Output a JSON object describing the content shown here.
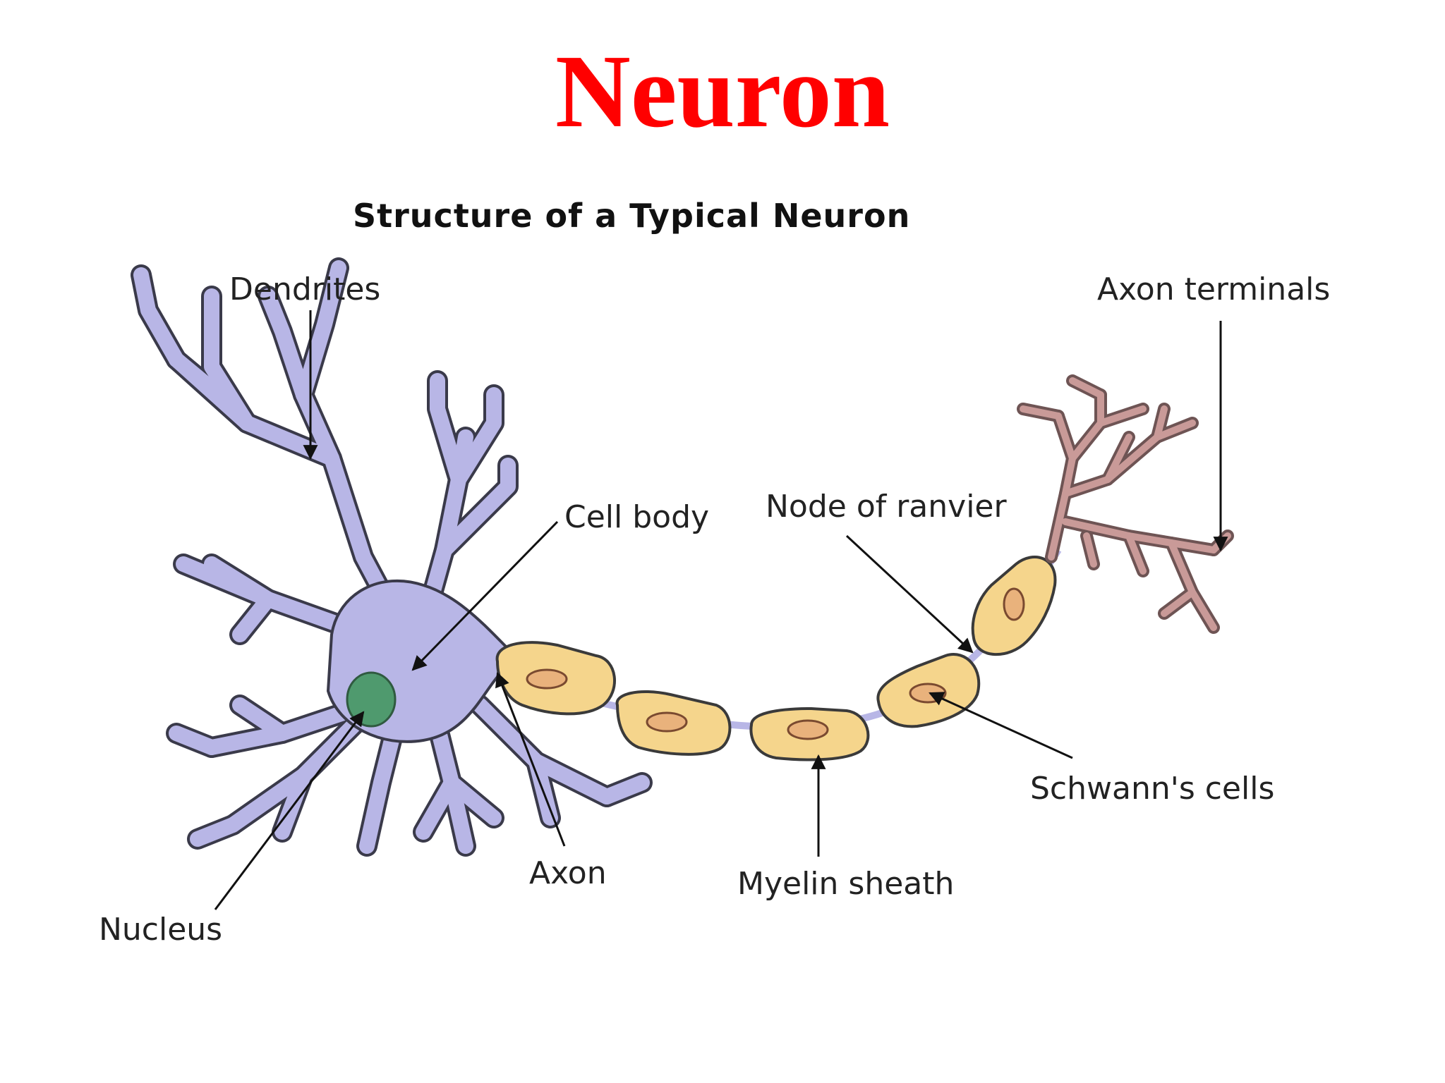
{
  "slide": {
    "title": "Neuron"
  },
  "diagram": {
    "title": "Structure of a Typical Neuron",
    "labels": {
      "dendrites": "Dendrites",
      "axon_terminals": "Axon terminals",
      "cell_body": "Cell body",
      "node_of_ranvier": "Node of ranvier",
      "schwanns_cells": "Schwann's cells",
      "axon": "Axon",
      "myelin_sheath": "Myelin sheath",
      "nucleus": "Nucleus"
    },
    "colors": {
      "title": "#ff0000",
      "cell_body": "#b8b6e6",
      "nucleus": "#4f9a6e",
      "schwann_cell": "#f5d58c",
      "axon_terminal": "#c99a98"
    }
  }
}
